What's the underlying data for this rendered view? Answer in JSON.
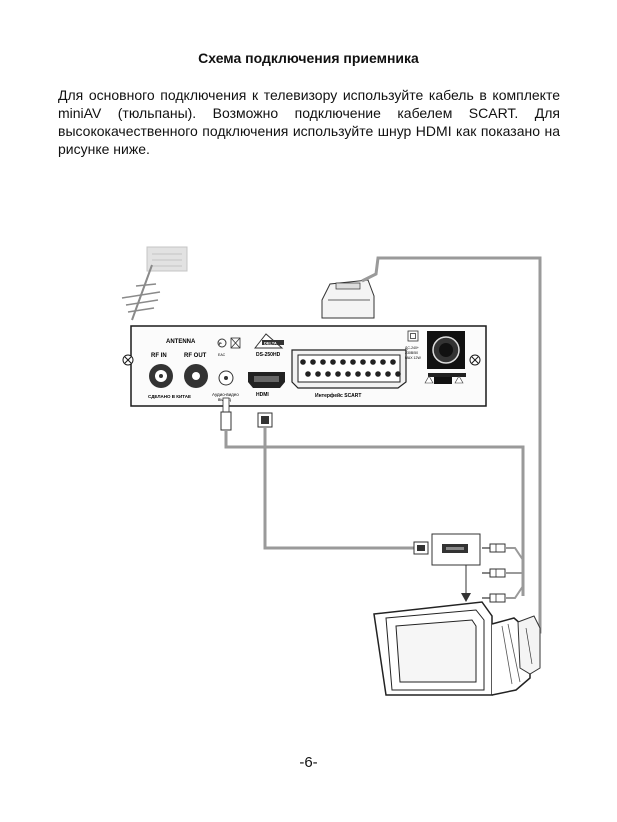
{
  "title": "Схема подключения приемника",
  "paragraph": "Для основного подключения к телевизору используйте кабель в комплекте miniAV (тюльпаны). Возможно подключение кабелем SCART. Для высококачественного подключения используйте шнур HDMI как показано на рисунке ниже.",
  "page_number": "-6-",
  "receiver": {
    "antenna_label": "ANTENNA",
    "rf_in_label": "RF IN",
    "rf_out_label": "RF OUT",
    "made_in_label": "СДЕЛАНО В КИТАЕ",
    "model_label": "DS-250HD",
    "audio_video_label_1": "Аудио-видео",
    "audio_video_label_2": "выход",
    "hdmi_label": "HDMI",
    "scart_label": "Интерфейс SCART",
    "brand_label": "DELTA",
    "eac_label": "EAC",
    "power_label_1": "ДС-240+",
    "power_label_2": "230В/50",
    "power_label_3": "МАХ 12W"
  },
  "colors": {
    "cable": "#9a9a9a",
    "outline": "#1a1a1a",
    "antenna": "#b8b8b8"
  }
}
